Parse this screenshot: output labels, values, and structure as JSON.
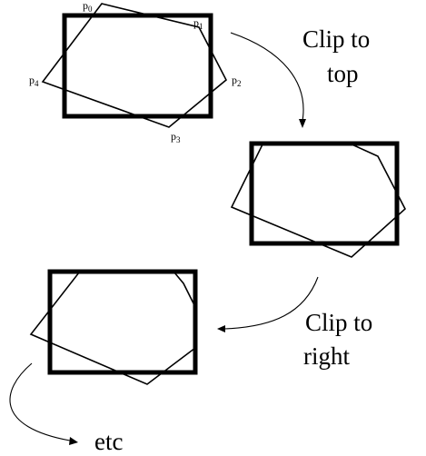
{
  "labels": {
    "clip_top_line1": "Clip to",
    "clip_top_line2": "top",
    "clip_right_line1": "Clip to",
    "clip_right_line2": "right",
    "etc": "etc"
  },
  "points": [
    {
      "letter": "p",
      "index": "0"
    },
    {
      "letter": "p",
      "index": "1"
    },
    {
      "letter": "p",
      "index": "2"
    },
    {
      "letter": "p",
      "index": "3"
    },
    {
      "letter": "p",
      "index": "4"
    }
  ]
}
